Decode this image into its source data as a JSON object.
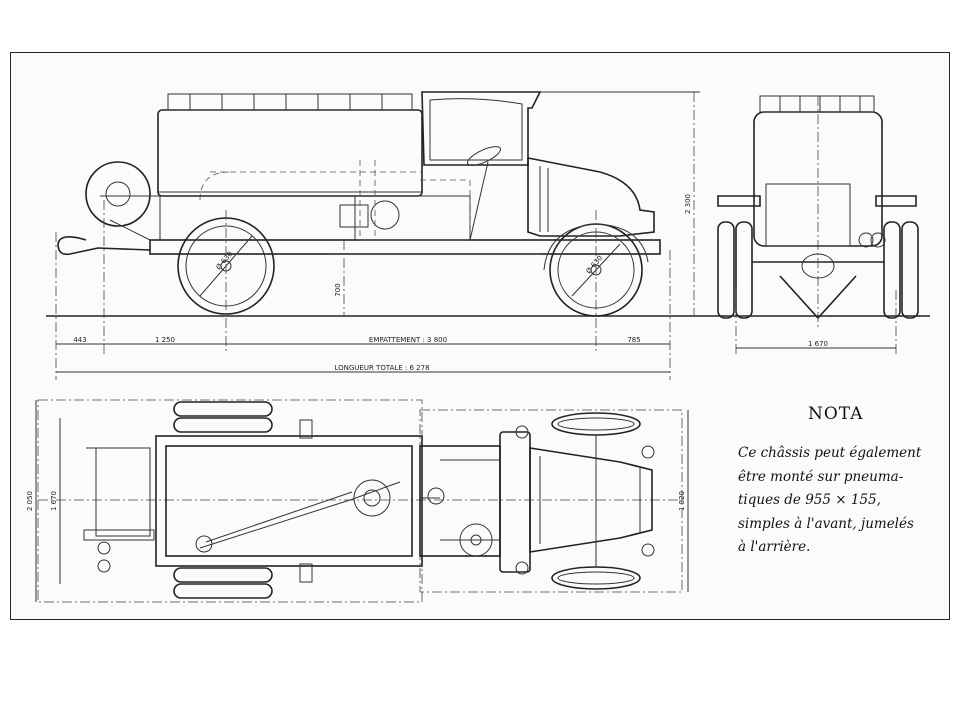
{
  "dimensions": {
    "front_overhang": "443",
    "rear_section": "1 250",
    "wheelbase": "EMPATTEMENT : 3 800",
    "rear_overhang": "785",
    "total_length": "LONGUEUR TOTALE : 6 278",
    "chassis_height": "700",
    "overall_height": "2 300",
    "wheel_dia_rear": "Ø 630",
    "wheel_dia_front": "Ø 630",
    "track_width": "1 670",
    "plan_width": "2 050",
    "plan_inner_width": "1 670",
    "plan_front_width": "1 820"
  },
  "nota": {
    "title": "NOTA",
    "lines": [
      "Ce châssis peut également",
      "être monté sur pneuma-",
      "tiques de 955 × 155,",
      "simples à l'avant, jumelés",
      "à l'arrière."
    ]
  }
}
